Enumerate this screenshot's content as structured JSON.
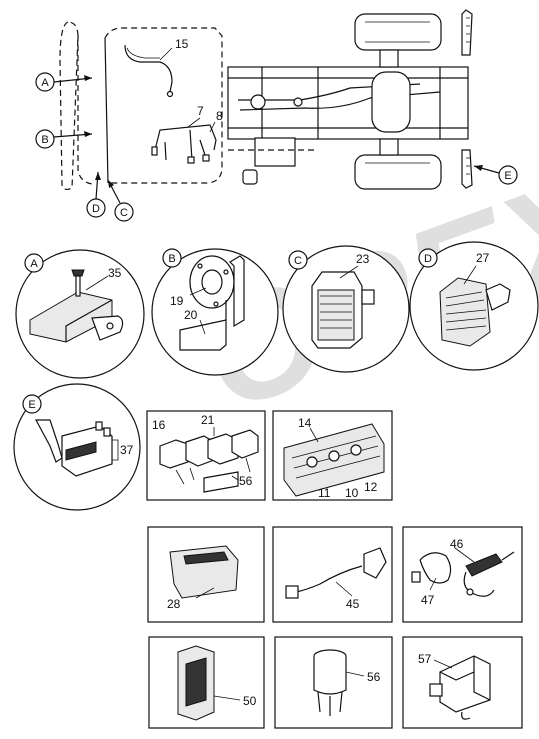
{
  "corner_mark": "",
  "watermark": "OPEX",
  "callouts": {
    "A": "A",
    "B": "B",
    "C": "C",
    "D": "D",
    "E": "E"
  },
  "detail_labels": {
    "A": "A",
    "B": "B",
    "C": "C",
    "D": "D",
    "E": "E"
  },
  "part_numbers": {
    "p15": "15",
    "p7": "7",
    "p8": "8",
    "p35": "35",
    "p19": "19",
    "p20": "20",
    "p23": "23",
    "p27": "27",
    "p37": "37",
    "p16": "16",
    "p21": "21",
    "p56a": "56",
    "p14": "14",
    "p11": "11",
    "p10": "10",
    "p12": "12",
    "p28": "28",
    "p45": "45",
    "p46": "46",
    "p47": "47",
    "p50": "50",
    "p56b": "56",
    "p57": "57"
  }
}
